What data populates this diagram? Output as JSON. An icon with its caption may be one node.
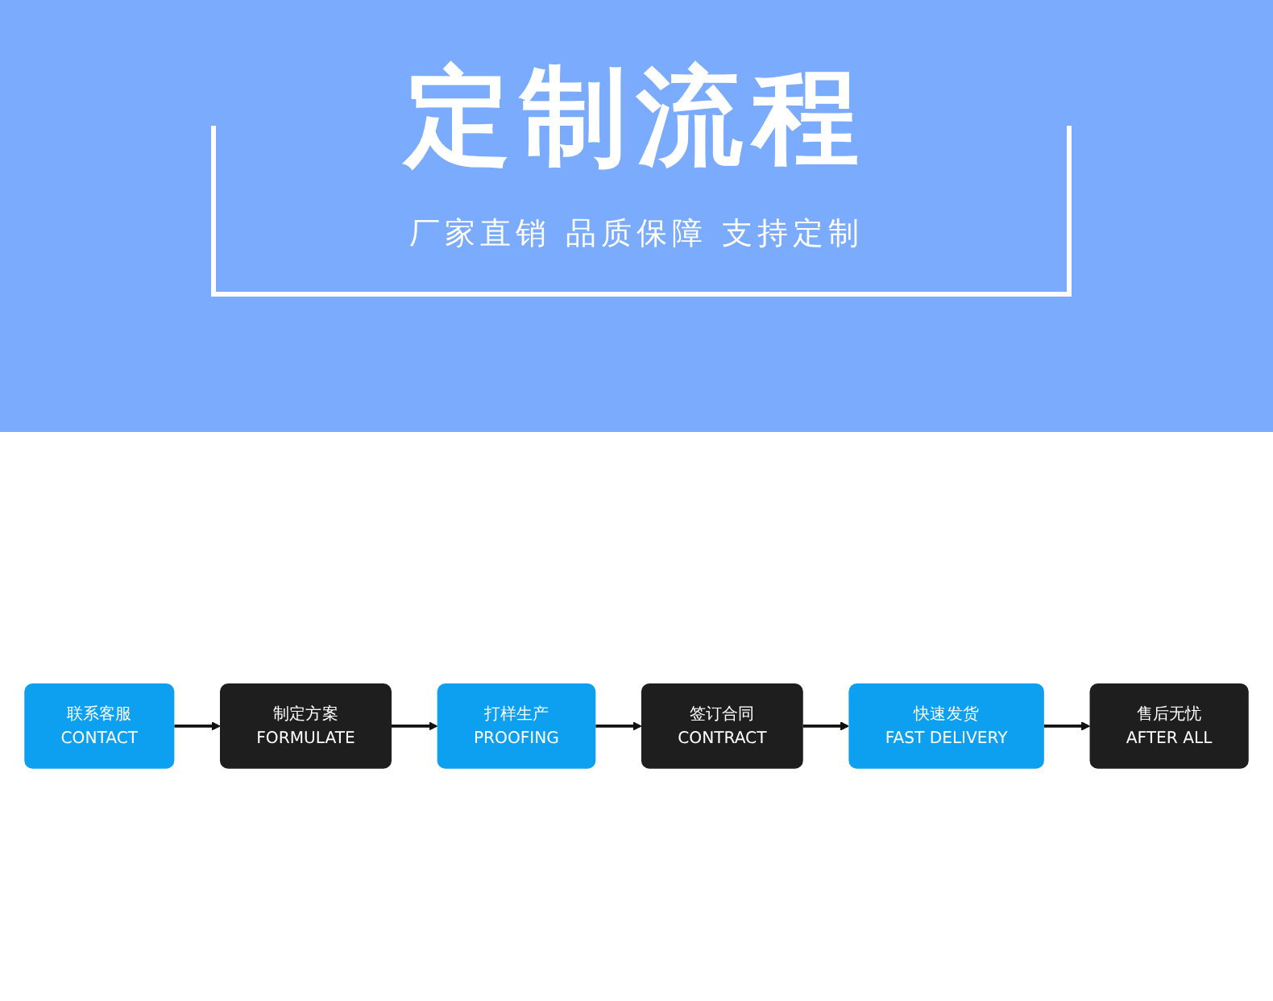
{
  "diagram": {
    "title": "定制流程",
    "nodes": [
      {
        "text": [
          "联系客服",
          "CONTACT"
        ]
      },
      {
        "text": [
          "制定方案",
          "FORMULATE"
        ]
      },
      {
        "text": [
          "打样生产",
          "PROOFING"
        ]
      },
      {
        "text": [
          "签订合同",
          "CONTRACT"
        ]
      },
      {
        "text": [
          "快速发货",
          "FAST DELIVERY"
        ]
      },
      {
        "text": [
          "售后无忧",
          "AFTER ALL"
        ]
      }
    ],
    "edges": [
      {
        "from": 0,
        "to": 1,
        "arrow": "to"
      },
      {
        "from": 1,
        "to": 2,
        "arrow": "to"
      },
      {
        "from": 2,
        "to": 3,
        "arrow": "to"
      },
      {
        "from": 3,
        "to": 4,
        "arrow": "to"
      },
      {
        "from": 4,
        "to": 5,
        "arrow": "to"
      }
    ],
    "labels": [
      "厂家直销 品质保障 支持定制"
    ]
  }
}
